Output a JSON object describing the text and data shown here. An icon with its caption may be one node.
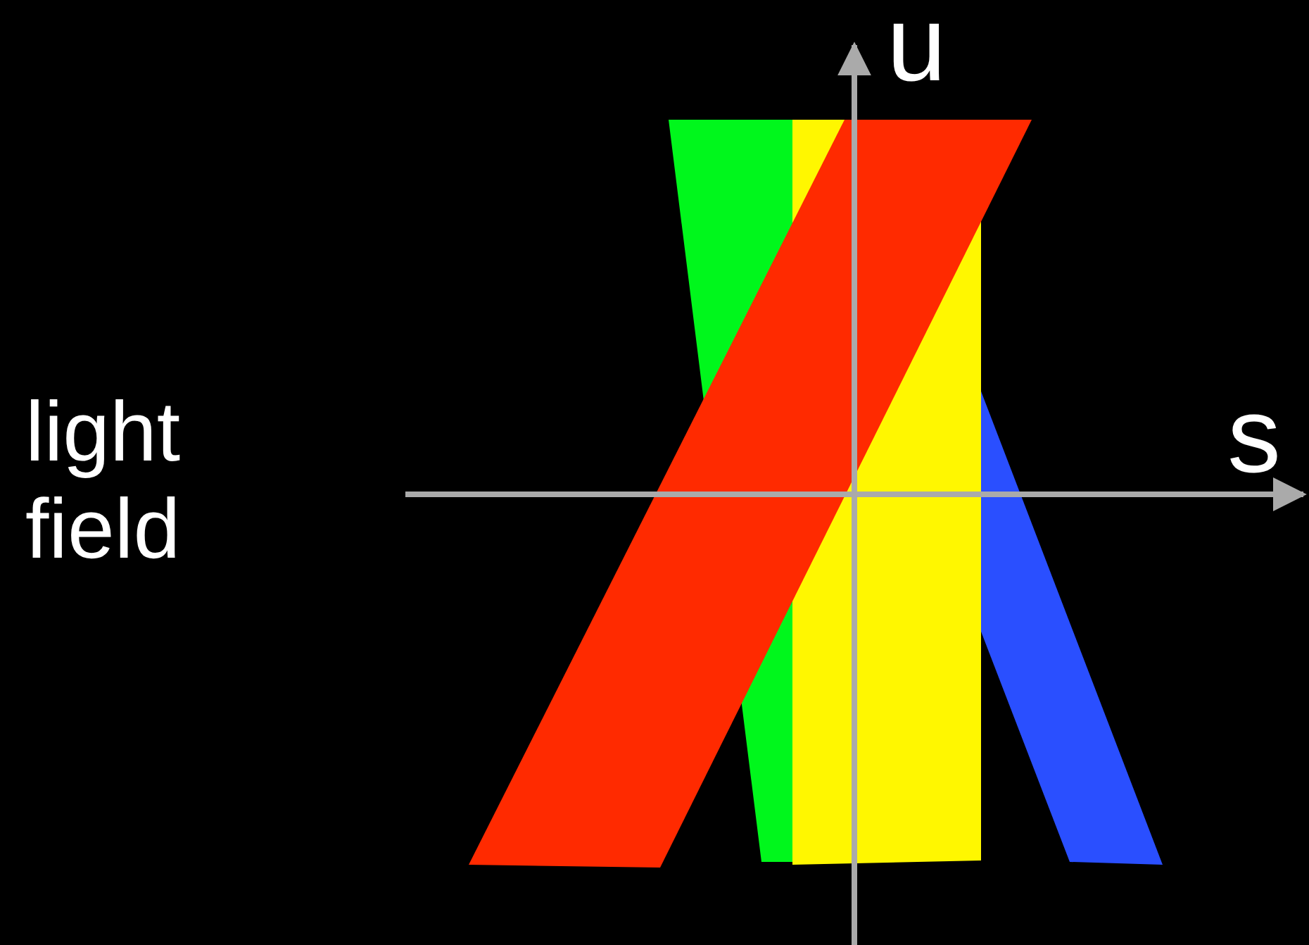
{
  "diagram": {
    "labels": [
      "light field",
      "u",
      "s"
    ]
  }
}
